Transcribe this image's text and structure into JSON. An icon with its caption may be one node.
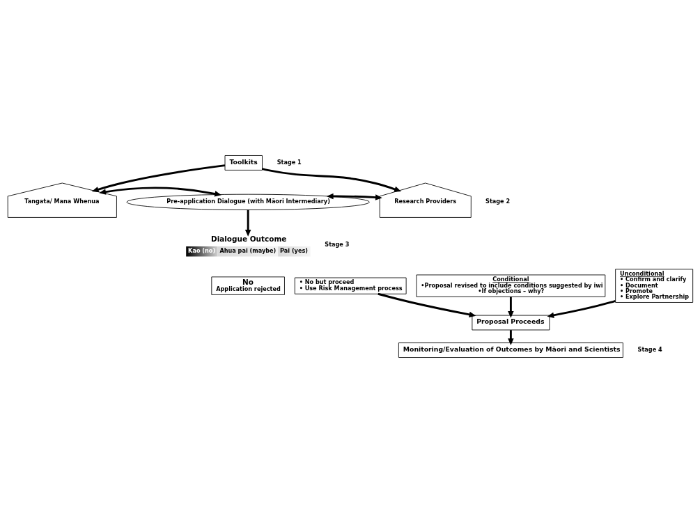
{
  "diagram": {
    "nodes": [
      {
        "text": [
          "Toolkits"
        ]
      },
      {
        "text": [
          "Tangata/ Mana Whenua"
        ]
      },
      {
        "text": [
          "Pre-application Dialogue (with Māori Intermediary)"
        ]
      },
      {
        "text": [
          "Research Providers"
        ]
      },
      {
        "text": [
          "Dialogue Outcome",
          "Kao (no)",
          "Ahua pai (maybe)",
          "Pai (yes)"
        ]
      },
      {
        "text": [
          "No",
          "Application rejected"
        ]
      },
      {
        "text": [
          "• No but proceed",
          "• Use Risk Management process"
        ]
      },
      {
        "text": [
          "Conditional",
          "•Proposal revised to include conditions suggested by iwi",
          "•If objections – why?"
        ]
      },
      {
        "text": [
          "Unconditional",
          "• Confirm and clarify",
          "• Document",
          "• Promote",
          "• Explore Partnership"
        ]
      },
      {
        "text": [
          "Proposal Proceeds"
        ]
      },
      {
        "text": [
          "Monitoring/Evaluation of Outcomes by Māori and Scientists"
        ]
      }
    ],
    "edges": [
      {
        "from": 0,
        "to": 1,
        "arrow": "to"
      },
      {
        "from": 0,
        "to": 3,
        "arrow": "to"
      },
      {
        "from": 1,
        "to": 2,
        "arrow": "both"
      },
      {
        "from": 2,
        "to": 3,
        "arrow": "both"
      },
      {
        "from": 2,
        "to": 4,
        "arrow": "to"
      },
      {
        "from": 6,
        "to": 9,
        "arrow": "to"
      },
      {
        "from": 7,
        "to": 9,
        "arrow": "to"
      },
      {
        "from": 8,
        "to": 9,
        "arrow": "to"
      },
      {
        "from": 9,
        "to": 10,
        "arrow": "to"
      }
    ],
    "labels": [
      "Stage 1",
      "Stage 2",
      "Stage 3",
      "Stage 4"
    ]
  }
}
